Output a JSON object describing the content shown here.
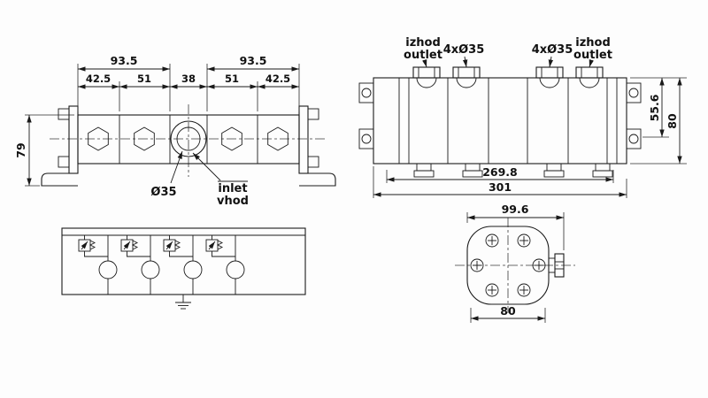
{
  "page": {
    "background": "#fdfdfd",
    "line_color": "#1a1a1a"
  },
  "front_view": {
    "dim_top_left": "93.5",
    "dim_top_right": "93.5",
    "dim_seg_1": "42.5",
    "dim_seg_2": "51",
    "dim_seg_3": "38",
    "dim_seg_4": "51",
    "dim_seg_5": "42.5",
    "dim_height": "79",
    "hole_diameter": "Ø35",
    "inlet_label_en": "inlet",
    "inlet_label_si": "vhod"
  },
  "top_view": {
    "outlet_left_line1": "izhod",
    "outlet_left_line2": "outlet",
    "holes_left": "4xØ35",
    "holes_right": "4xØ35",
    "outlet_right_line1": "izhod",
    "outlet_right_line2": "outlet",
    "dim_depth_inner": "55.6",
    "dim_depth_outer": "80",
    "dim_length_inner": "269.8",
    "dim_length_outer": "301"
  },
  "side_view": {
    "dim_width_total": "99.6",
    "dim_width_flange": "80"
  }
}
